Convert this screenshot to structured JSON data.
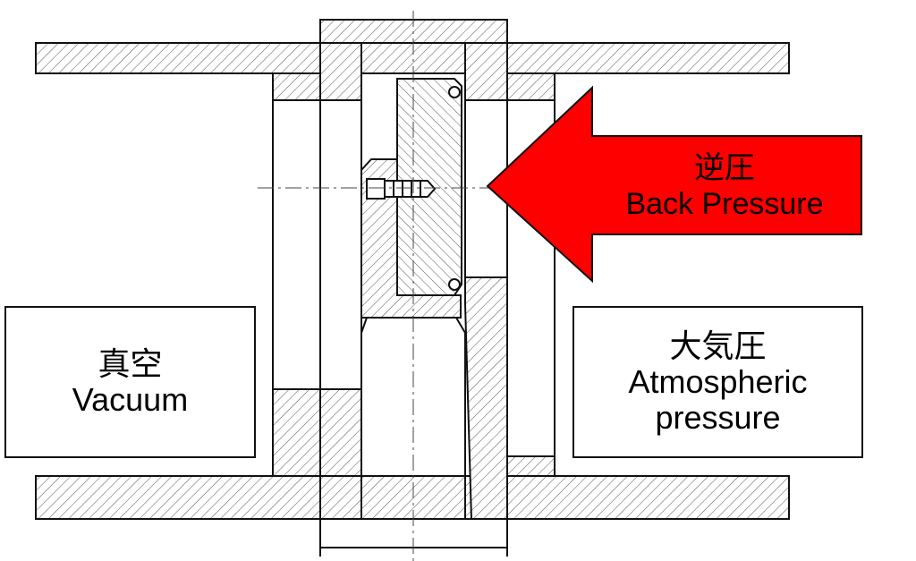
{
  "labels": {
    "vacuum": {
      "jp": "真空",
      "en": "Vacuum"
    },
    "atmospheric": {
      "jp": "大気圧",
      "en_line1": "Atmospheric",
      "en_line2": "pressure"
    },
    "back_pressure": {
      "jp": "逆圧",
      "en": "Back Pressure"
    }
  },
  "colors": {
    "arrow": "#ff0000",
    "line": "#111111",
    "background": "#ffffff"
  }
}
